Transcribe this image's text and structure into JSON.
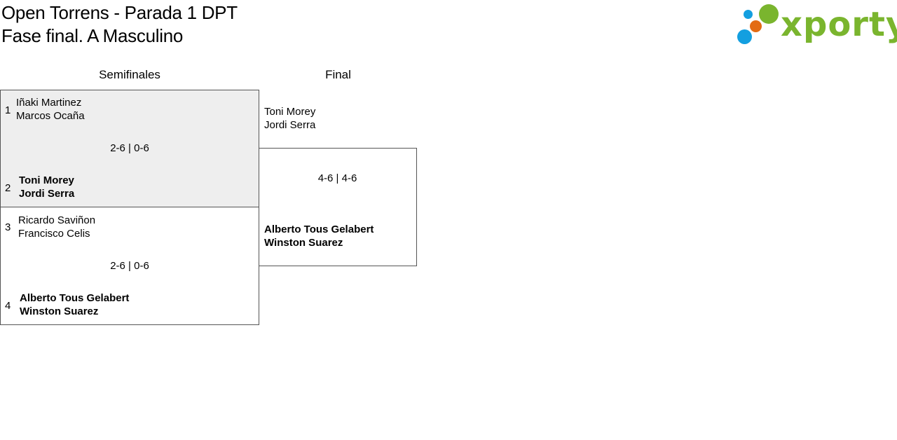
{
  "header": {
    "title_line1": "Open Torrens - Parada 1 DPT",
    "title_line2": "Fase final. A Masculino",
    "logo_text": "xporty",
    "logo_colors": {
      "green": "#7ab52e",
      "blue": "#139fe0",
      "orange": "#e36b13"
    }
  },
  "rounds": [
    {
      "label": "Semifinales"
    },
    {
      "label": "Final"
    }
  ],
  "semifinals": [
    {
      "highlighted": true,
      "top": {
        "seed": "1",
        "player1": "Iñaki Martinez",
        "player2": "Marcos Ocaña"
      },
      "score": "2-6 | 0-6",
      "bottom": {
        "seed": "2",
        "player1": "Toni Morey",
        "player2": "Jordi Serra",
        "winner": true
      }
    },
    {
      "highlighted": false,
      "top": {
        "seed": "3",
        "player1": "Ricardo Saviñon",
        "player2": "Francisco Celis"
      },
      "score": "2-6 | 0-6",
      "bottom": {
        "seed": "4",
        "player1": "Alberto Tous Gelabert",
        "player2": "Winston Suarez",
        "winner": true
      }
    }
  ],
  "final": {
    "top": {
      "player1": "Toni Morey",
      "player2": "Jordi Serra"
    },
    "score": "4-6 | 4-6",
    "bottom": {
      "player1": "Alberto Tous Gelabert",
      "player2": "Winston Suarez",
      "winner": true
    }
  }
}
